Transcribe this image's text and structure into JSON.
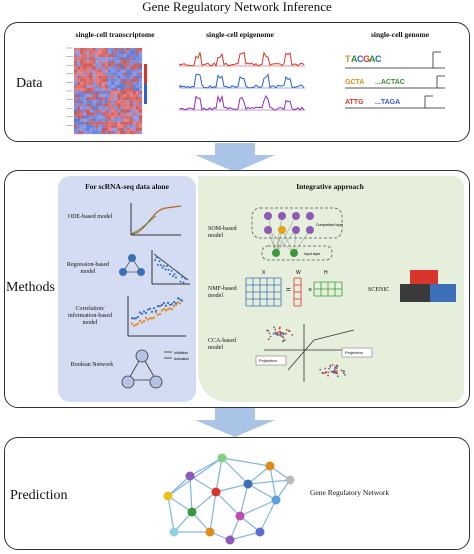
{
  "title": "Gene Regulatory Network Inference",
  "data_section": {
    "label": "Data",
    "items": [
      "single-cell transcriptome",
      "single-cell epigenome",
      "single-cell genome"
    ]
  },
  "methods_section": {
    "label": "Methods",
    "left_panel": {
      "title": "For scRNA-seq data alone",
      "models": [
        "ODE-based model",
        "Regression-based model",
        "Correlation/ information-based model",
        "Boolean Network"
      ]
    },
    "right_panel": {
      "title": "Integrative approach",
      "models": [
        "SOM-based model",
        "NMF-based model",
        "CCA-based model",
        "SCENIC"
      ],
      "som_layers": [
        "Competitive layer",
        "Input layer"
      ],
      "nmf_matrices": [
        "X",
        "W",
        "H"
      ],
      "nmf_ops": [
        "=",
        "×"
      ],
      "cca_labels": [
        "Projection",
        "Projection"
      ],
      "boolean_legend": [
        "Inhibition",
        "Activation"
      ]
    }
  },
  "prediction_section": {
    "label": "Prediction",
    "network_label": "Gene Regulatory Network"
  },
  "colors": {
    "arrow": "#a9c4e6",
    "left_panel_bg": "#d3dcf2",
    "right_panel_bg": "#e6efdb",
    "track_red": "#d9362b",
    "track_blue": "#2f5fd0",
    "track_purple": "#8e2fb0"
  }
}
